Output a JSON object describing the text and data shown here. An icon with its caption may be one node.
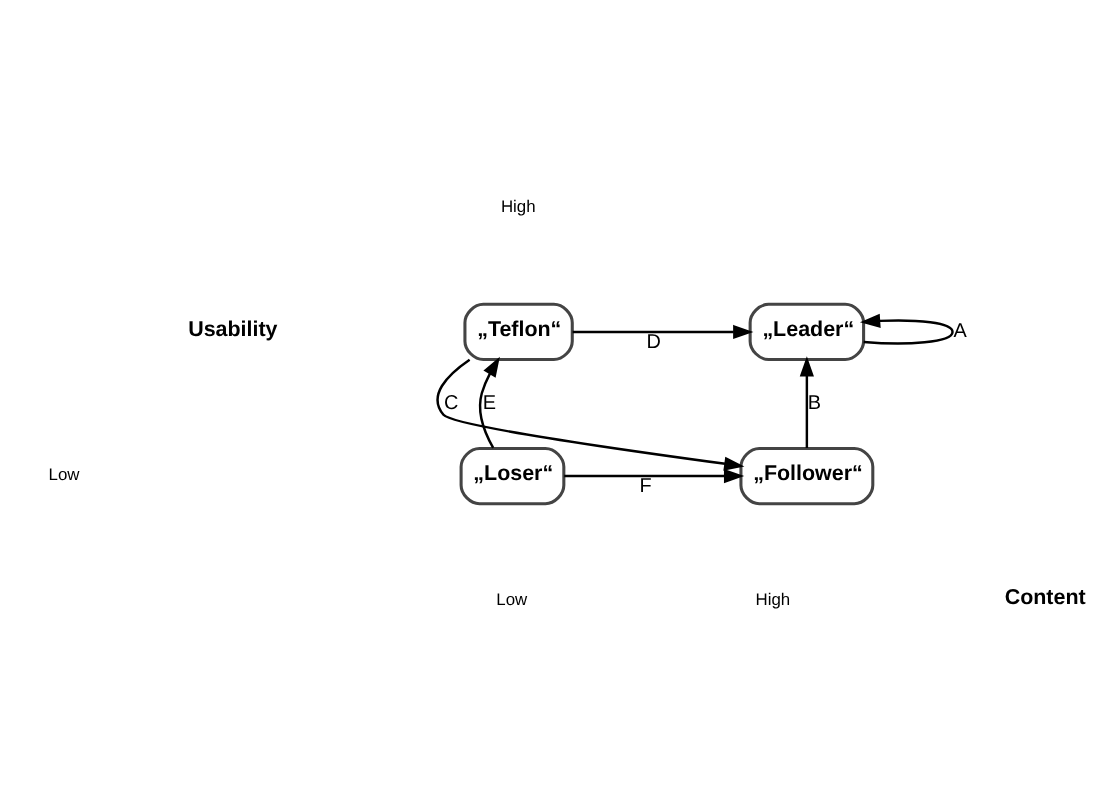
{
  "diagram": {
    "nodes": [
      {
        "text": [
          "„Teflon“"
        ]
      },
      {
        "text": [
          "„Leader“"
        ]
      },
      {
        "text": [
          "„Loser“"
        ]
      },
      {
        "text": [
          "„Follower“"
        ]
      }
    ],
    "edges": [
      {
        "from": 1,
        "to": 1,
        "arrow": "to",
        "label": "A"
      },
      {
        "from": 3,
        "to": 1,
        "arrow": "to",
        "label": "B"
      },
      {
        "from": 0,
        "to": 3,
        "arrow": "to",
        "label": "C"
      },
      {
        "from": 0,
        "to": 1,
        "arrow": "to",
        "label": "D"
      },
      {
        "from": 2,
        "to": 0,
        "arrow": "to",
        "label": "E"
      },
      {
        "from": 2,
        "to": 3,
        "arrow": "to",
        "label": "F"
      }
    ],
    "labels": [
      "High",
      "Usability",
      "Low",
      "Low",
      "High",
      "Content"
    ]
  }
}
